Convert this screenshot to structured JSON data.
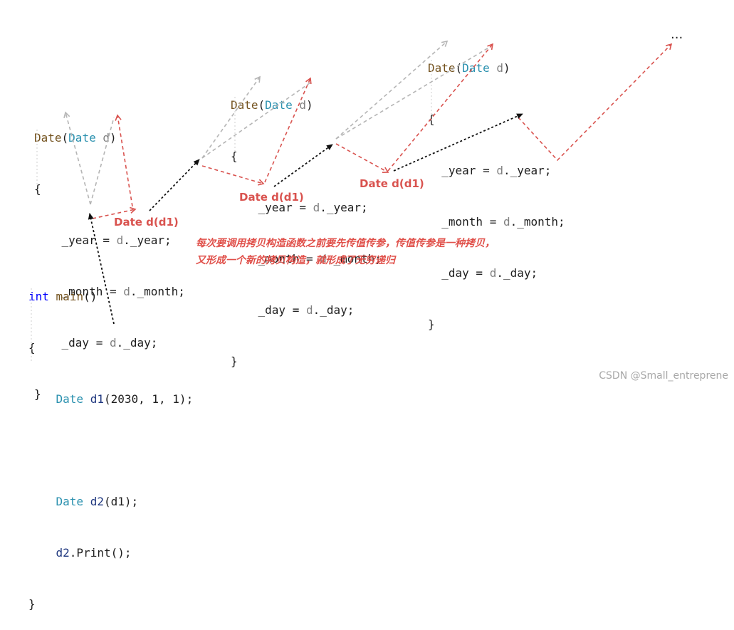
{
  "copy_constructor": {
    "signature_name": "Date",
    "signature_type": "Date",
    "signature_param": "d",
    "open_brace": "{",
    "close_brace": "}",
    "line_year": {
      "member": "_year",
      "eq": " = ",
      "obj": "d",
      "field": "._year;"
    },
    "line_month": {
      "member": "_month",
      "eq": " = ",
      "obj": "d",
      "field": "._month;"
    },
    "line_day": {
      "member": "_day",
      "eq": " = ",
      "obj": "d",
      "field": "._day;"
    }
  },
  "call_labels": [
    "Date d(d1)",
    "Date d(d1)",
    "Date d(d1)"
  ],
  "ellipsis": "...",
  "note_lines": [
    "每次要调用拷贝构造函数之前要先传值传参，传值传参是一种拷贝，",
    "又形成一个新的拷贝构造，就形成了无穷递归"
  ],
  "main_code": {
    "kw_int": "int",
    "main_name": "main",
    "main_parens": "()",
    "open_brace": "{",
    "close_brace": "}",
    "d1_type": "Date",
    "d1_name": "d1",
    "d1_args": "(2030, 1, 1);",
    "d2_type": "Date",
    "d2_name": "d2",
    "d2_args": "(d1);",
    "print_obj": "d2",
    "print_call": ".Print();"
  },
  "colors": {
    "function": "#74531f",
    "type": "#2b91af",
    "param": "#808080",
    "keyword": "#0000ff",
    "variable": "#1f377f",
    "red_arrow": "#d9534f",
    "gray_arrow": "#b5b5b5",
    "black_arrow": "#111111"
  },
  "watermark": "CSDN @Small_entreprene"
}
